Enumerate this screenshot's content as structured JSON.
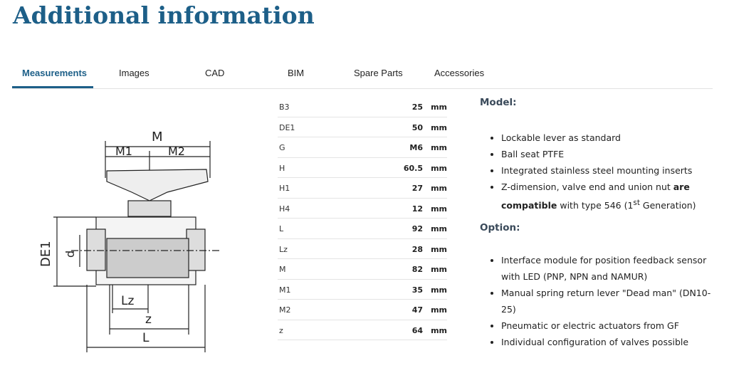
{
  "title": "Additional information",
  "tabs": [
    {
      "label": "Measurements",
      "active": true
    },
    {
      "label": "Images"
    },
    {
      "label": "CAD"
    },
    {
      "label": "BIM"
    },
    {
      "label": "Spare Parts"
    },
    {
      "label": "Accessories"
    }
  ],
  "drawing_labels": {
    "M": "M",
    "M1": "M1",
    "M2": "M2",
    "DE1": "DE1",
    "d": "d",
    "Lz": "Lz",
    "z": "z",
    "L": "L"
  },
  "measurements": [
    {
      "label": "B3",
      "value": "25",
      "unit": "mm"
    },
    {
      "label": "DE1",
      "value": "50",
      "unit": "mm"
    },
    {
      "label": "G",
      "value": "M6",
      "unit": "mm"
    },
    {
      "label": "H",
      "value": "60.5",
      "unit": "mm"
    },
    {
      "label": "H1",
      "value": "27",
      "unit": "mm"
    },
    {
      "label": "H4",
      "value": "12",
      "unit": "mm"
    },
    {
      "label": "L",
      "value": "92",
      "unit": "mm"
    },
    {
      "label": "Lz",
      "value": "28",
      "unit": "mm"
    },
    {
      "label": "M",
      "value": "82",
      "unit": "mm"
    },
    {
      "label": "M1",
      "value": "35",
      "unit": "mm"
    },
    {
      "label": "M2",
      "value": "47",
      "unit": "mm"
    },
    {
      "label": "z",
      "value": "64",
      "unit": "mm"
    }
  ],
  "model": {
    "heading": "Model:",
    "items": [
      "Lockable lever as standard",
      "Ball seat PTFE",
      "Integrated stainless steel mounting inserts"
    ],
    "last": {
      "pre": "Z-dimension, valve end and union nut ",
      "bold": "are compatible",
      "post": " with type 546 (1",
      "sup": "st",
      "end": " Generation)"
    }
  },
  "option": {
    "heading": "Option:",
    "items": [
      "Interface module for position feedback sensor with LED (PNP, NPN and NAMUR)",
      "Manual spring return lever \"Dead man\" (DN10-25)",
      "Pneumatic or electric actuators from GF",
      "Individual configuration of valves possible"
    ]
  }
}
